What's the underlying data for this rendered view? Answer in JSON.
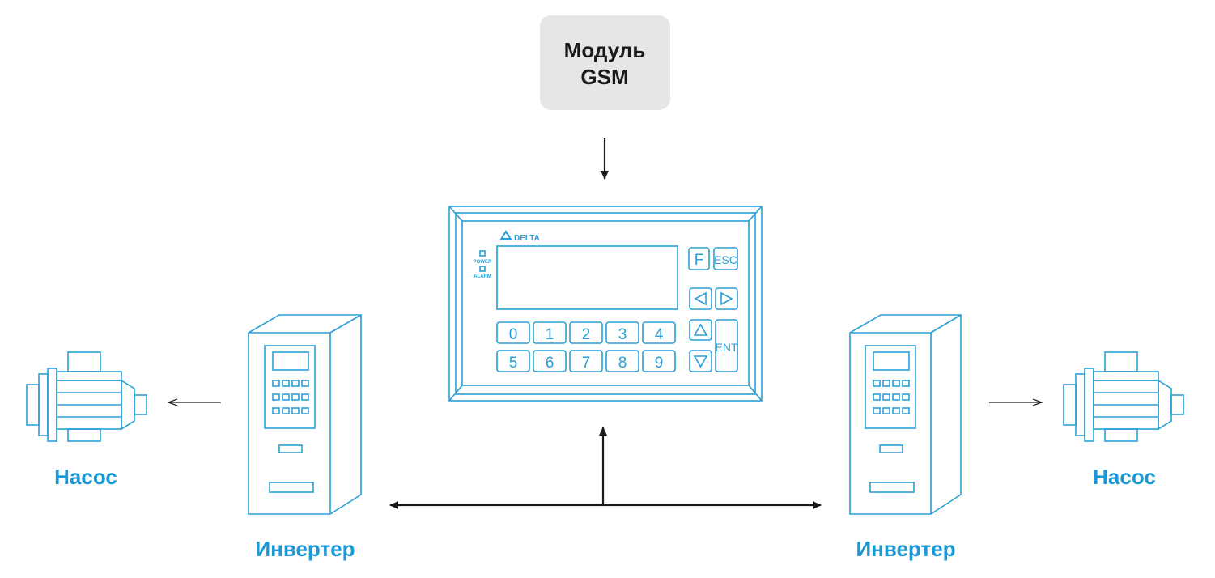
{
  "colors": {
    "device_stroke": "#2a9fd6",
    "label_blue": "#1b98d5",
    "gsm_fill": "#e6e6e7",
    "arrow": "#1a1a1a"
  },
  "gsm_module": {
    "line1": "Модуль",
    "line2": "GSM"
  },
  "hmi": {
    "brand": "DELTA",
    "power_label": "POWER",
    "alarm_label": "ALARM",
    "keys_top": [
      "F",
      "ESC"
    ],
    "digits_row1": [
      "0",
      "1",
      "2",
      "3",
      "4"
    ],
    "digits_row2": [
      "5",
      "6",
      "7",
      "8",
      "9"
    ],
    "enter_key": "ENT"
  },
  "left": {
    "pump_label": "Насос",
    "inverter_label": "Инвертер"
  },
  "right": {
    "pump_label": "Насос",
    "inverter_label": "Инвертер"
  }
}
